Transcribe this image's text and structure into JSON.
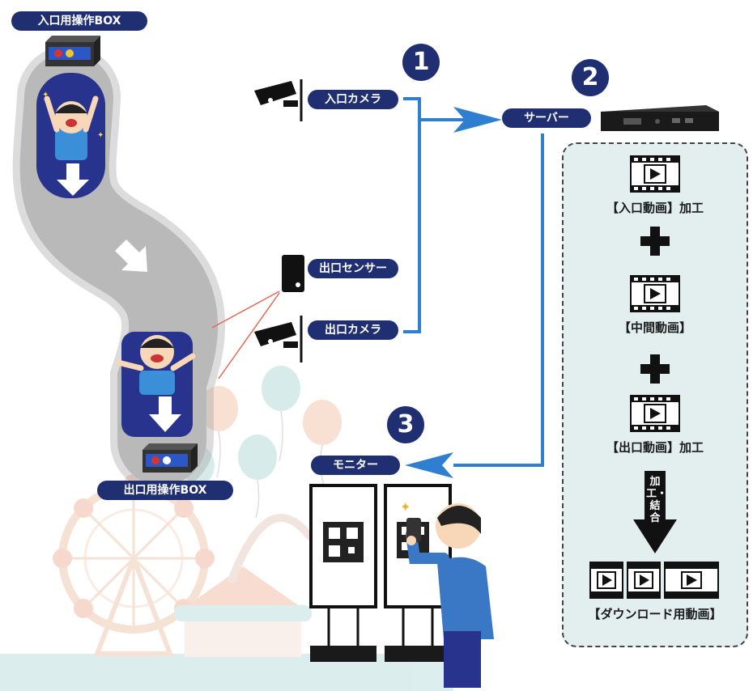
{
  "labels": {
    "entrance_box": "入口用操作BOX",
    "exit_box": "出口用操作BOX",
    "entrance_camera": "入口カメラ",
    "exit_sensor": "出口センサー",
    "exit_camera": "出口カメラ",
    "server": "サーバー",
    "monitor": "モニター"
  },
  "steps": [
    "1",
    "2",
    "3"
  ],
  "panel": {
    "entrance_video": "【入口動画】加工",
    "middle_video": "【中間動画】",
    "exit_video": "【出口動画】加工",
    "process_label": "加工・結合",
    "download_video": "【ダウンロード用動画】"
  },
  "colors": {
    "navy": "#1f2f72",
    "arrow_blue": "#2e7fd0",
    "panel_bg": "#e3eeee",
    "slide_gray": "#b9b9b9"
  }
}
